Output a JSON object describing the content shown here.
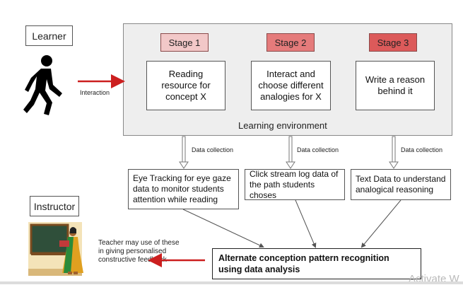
{
  "learner_label": "Learner",
  "interaction_label": "Interaction",
  "environment_label": "Learning environment",
  "stages": [
    {
      "tag": "Stage 1",
      "text": "Reading resource for concept X",
      "color": "#f2c8c8"
    },
    {
      "tag": "Stage 2",
      "text": "Interact and choose different analogies for X",
      "color": "#e57b7b"
    },
    {
      "tag": "Stage 3",
      "text": "Write a reason behind it",
      "color": "#dc5a5a"
    }
  ],
  "data_collection_label": "Data collection",
  "data_boxes": [
    "Eye Tracking for eye gaze data to monitor students attention while reading",
    "Click stream log data of the path students choses",
    "Text Data to understand analogical reasoning"
  ],
  "instructor_label": "Instructor",
  "feedback_text": "Teacher may use of these in giving personalised constructive feedback",
  "result_text": "Alternate conception pattern recognition using data analysis",
  "watermark": "Activate W",
  "colors": {
    "arrow_red": "#cc1f1f",
    "environment_bg": "#eeeeee"
  }
}
